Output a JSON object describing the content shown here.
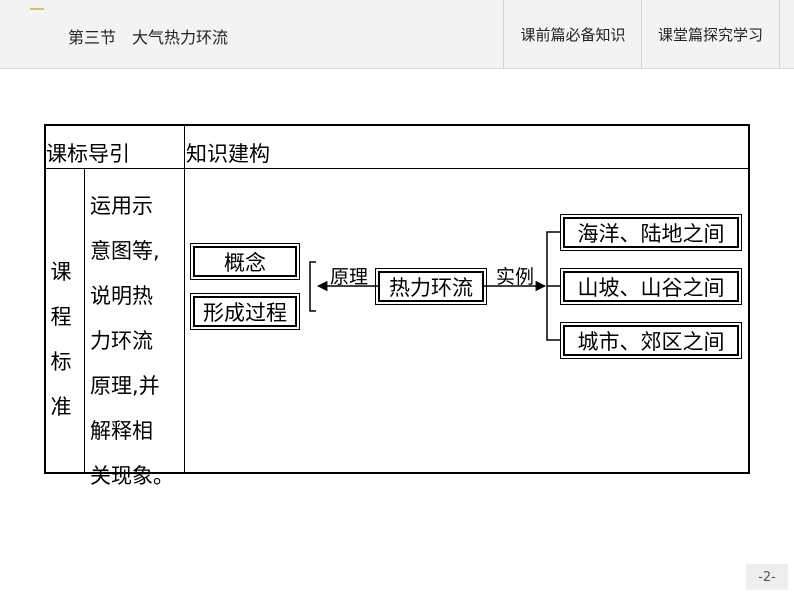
{
  "header": {
    "title": "第三节　大气热力环流",
    "nav": [
      "课前篇必备知识",
      "课堂篇探究学习"
    ]
  },
  "table": {
    "col1_header": "课标导引",
    "col2_header": "知识建构",
    "row_label": "课\n程\n标\n准",
    "standard_text": "运用示\n意图等,\n说明热\n力环流\n原理,并\n解释相\n关现象。"
  },
  "diagram": {
    "center": "热力环流",
    "left_label": "原理",
    "right_label": "实例",
    "left_items": [
      "概念",
      "形成过程"
    ],
    "right_items": [
      "海洋、陆地之间",
      "山坡、山谷之间",
      "城市、郊区之间"
    ]
  },
  "footer": {
    "page": "-2-"
  }
}
